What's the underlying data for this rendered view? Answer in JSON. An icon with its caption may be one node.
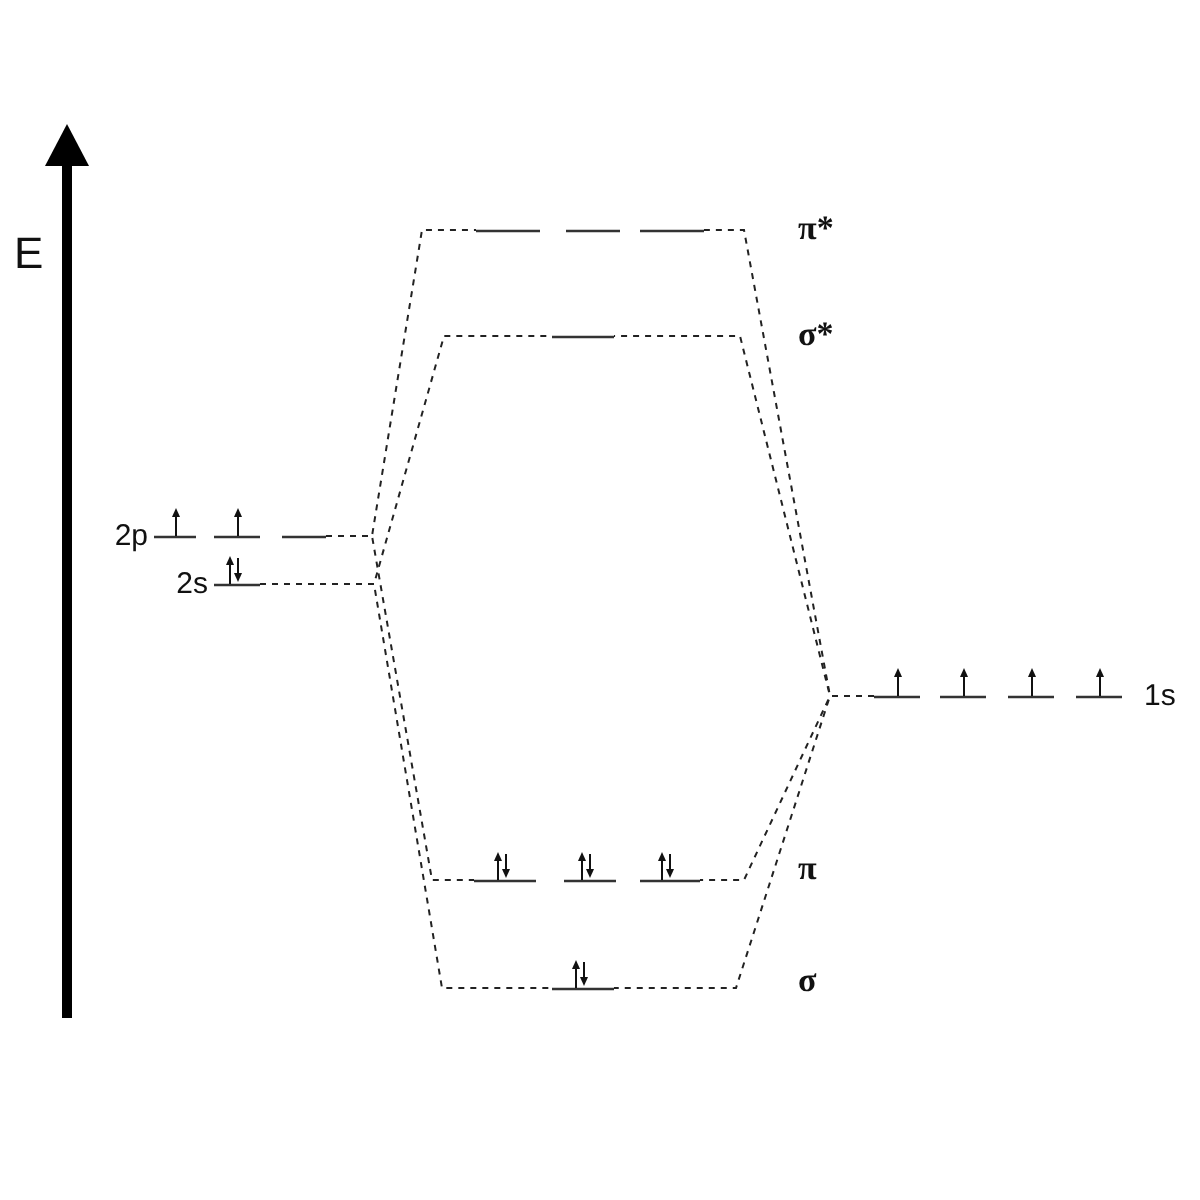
{
  "diagram": {
    "nodes": [
      {
        "text": [],
        "shape": "bar",
        "beside": [
          "π*"
        ]
      },
      {
        "text": [],
        "shape": "bar"
      },
      {
        "text": [],
        "shape": "bar",
        "beside": [
          "2p"
        ]
      },
      {
        "text": [],
        "shape": "bar",
        "beside": [
          "2s"
        ]
      },
      {
        "text": [],
        "shape": "bar",
        "beside": [
          "1s"
        ]
      },
      {
        "text": [],
        "shape": "bar",
        "beside": [
          "π"
        ]
      },
      {
        "text": [],
        "shape": "bar"
      }
    ],
    "edges": [
      {
        "from": 2,
        "to": 0,
        "arrow": "none",
        "style": "dashed"
      },
      {
        "from": 3,
        "to": 1,
        "arrow": "none",
        "style": "dashed"
      },
      {
        "from": 2,
        "to": 5,
        "arrow": "none",
        "style": "dashed"
      },
      {
        "from": 3,
        "to": 6,
        "arrow": "none",
        "style": "dashed"
      },
      {
        "from": 4,
        "to": 0,
        "arrow": "none",
        "style": "dashed"
      },
      {
        "from": 4,
        "to": 1,
        "arrow": "none",
        "style": "dashed"
      },
      {
        "from": 4,
        "to": 5,
        "arrow": "none",
        "style": "dashed"
      },
      {
        "from": 4,
        "to": 6,
        "arrow": "none",
        "style": "dashed"
      }
    ],
    "labels": [
      "E",
      "σ*",
      "σ"
    ]
  }
}
